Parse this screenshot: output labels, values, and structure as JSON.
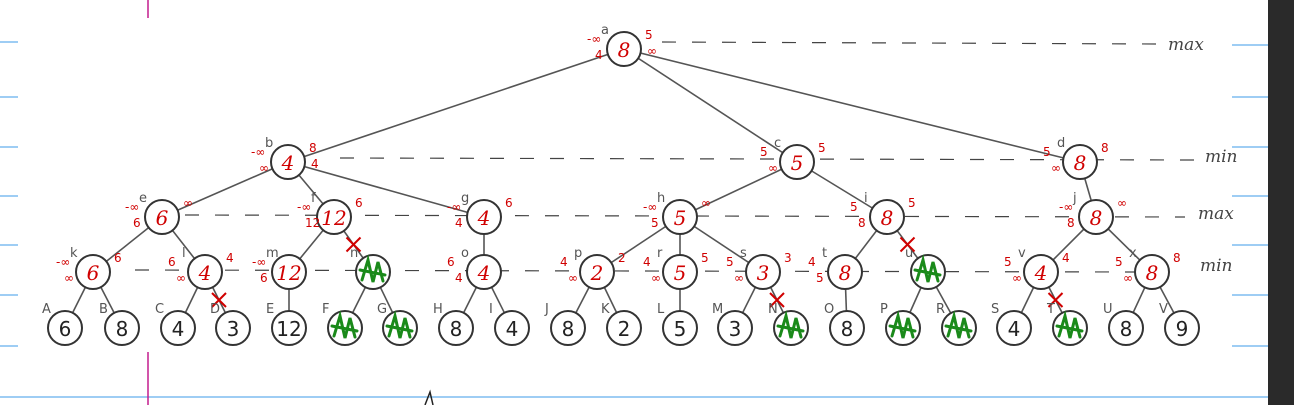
{
  "levels": [
    "max",
    "min",
    "max",
    "min"
  ],
  "nodes": [
    {
      "id": "a",
      "letter": "a",
      "value": "8",
      "annotations": [
        "-∞",
        "4",
        "5",
        "∞"
      ]
    },
    {
      "id": "b",
      "letter": "b",
      "value": "4",
      "annotations": [
        "-∞",
        "∞",
        "8",
        "4"
      ]
    },
    {
      "id": "c",
      "letter": "c",
      "value": "5",
      "annotations": [
        "5",
        "∞",
        "5"
      ]
    },
    {
      "id": "d",
      "letter": "d",
      "value": "8",
      "annotations": [
        "5",
        "∞",
        "8"
      ]
    },
    {
      "id": "e",
      "letter": "e",
      "value": "6",
      "annotations": [
        "-∞",
        "6",
        "∞"
      ]
    },
    {
      "id": "f",
      "letter": "f",
      "value": "12",
      "annotations": [
        "-∞",
        "12",
        "6"
      ]
    },
    {
      "id": "g",
      "letter": "g",
      "value": "4",
      "annotations": [
        "-∞",
        "4",
        "6"
      ]
    },
    {
      "id": "h",
      "letter": "h",
      "value": "5",
      "annotations": [
        "-∞",
        "5",
        "∞"
      ]
    },
    {
      "id": "i",
      "letter": "i",
      "value": "8",
      "annotations": [
        "5",
        "8",
        "5"
      ]
    },
    {
      "id": "j",
      "letter": "j",
      "value": "8",
      "annotations": [
        "-∞",
        "8",
        "∞"
      ]
    },
    {
      "id": "k",
      "letter": "k",
      "value": "6",
      "annotations": [
        "-∞",
        "∞",
        "6"
      ]
    },
    {
      "id": "l",
      "letter": "l",
      "value": "4",
      "annotations": [
        "6",
        "∞",
        "4"
      ]
    },
    {
      "id": "m",
      "letter": "m",
      "value": "12",
      "annotations": [
        "-∞",
        "6"
      ]
    },
    {
      "id": "n",
      "letter": "n",
      "value": "",
      "pruned": true
    },
    {
      "id": "o",
      "letter": "o",
      "value": "4",
      "annotations": [
        "6",
        "4"
      ]
    },
    {
      "id": "p",
      "letter": "p",
      "value": "2",
      "annotations": [
        "4",
        "∞",
        "2"
      ]
    },
    {
      "id": "r",
      "letter": "r",
      "value": "5",
      "annotations": [
        "4",
        "∞",
        "5"
      ]
    },
    {
      "id": "s",
      "letter": "s",
      "value": "3",
      "annotations": [
        "5",
        "∞",
        "3"
      ]
    },
    {
      "id": "t",
      "letter": "t",
      "value": "8",
      "annotations": [
        "4",
        "5"
      ]
    },
    {
      "id": "u",
      "letter": "u",
      "value": "",
      "pruned": true
    },
    {
      "id": "v",
      "letter": "v",
      "value": "4",
      "annotations": [
        "5",
        "∞",
        "4"
      ]
    },
    {
      "id": "x",
      "letter": "x",
      "value": "8",
      "annotations": [
        "5",
        "∞",
        "8"
      ]
    },
    {
      "id": "A",
      "letter": "A",
      "value": "6"
    },
    {
      "id": "B",
      "letter": "B",
      "value": "8"
    },
    {
      "id": "C",
      "letter": "C",
      "value": "4"
    },
    {
      "id": "D",
      "letter": "D",
      "value": "3"
    },
    {
      "id": "E",
      "letter": "E",
      "value": "12"
    },
    {
      "id": "F",
      "letter": "F",
      "value": "",
      "pruned": true
    },
    {
      "id": "G",
      "letter": "G",
      "value": "",
      "pruned": true
    },
    {
      "id": "H",
      "letter": "H",
      "value": "8"
    },
    {
      "id": "I",
      "letter": "I",
      "value": "4"
    },
    {
      "id": "J",
      "letter": "J",
      "value": "8"
    },
    {
      "id": "K",
      "letter": "K",
      "value": "2"
    },
    {
      "id": "L",
      "letter": "L",
      "value": "5"
    },
    {
      "id": "M",
      "letter": "M",
      "value": "3"
    },
    {
      "id": "N",
      "letter": "N",
      "value": "",
      "pruned": true
    },
    {
      "id": "O",
      "letter": "O",
      "value": "8"
    },
    {
      "id": "P",
      "letter": "P",
      "value": "",
      "pruned": true
    },
    {
      "id": "R",
      "letter": "R",
      "value": "",
      "pruned": true
    },
    {
      "id": "S",
      "letter": "S",
      "value": "4"
    },
    {
      "id": "T",
      "letter": "T",
      "value": "",
      "pruned": true
    },
    {
      "id": "U",
      "letter": "U",
      "value": "8"
    },
    {
      "id": "V",
      "letter": "V",
      "value": "9"
    }
  ],
  "edges": [
    [
      "a",
      "b"
    ],
    [
      "a",
      "c"
    ],
    [
      "a",
      "d"
    ],
    [
      "b",
      "e"
    ],
    [
      "b",
      "f"
    ],
    [
      "b",
      "g"
    ],
    [
      "c",
      "h"
    ],
    [
      "c",
      "i"
    ],
    [
      "d",
      "j"
    ],
    [
      "e",
      "k"
    ],
    [
      "e",
      "l"
    ],
    [
      "f",
      "m"
    ],
    [
      "f",
      "n"
    ],
    [
      "g",
      "o"
    ],
    [
      "h",
      "p"
    ],
    [
      "h",
      "r"
    ],
    [
      "h",
      "s"
    ],
    [
      "i",
      "t"
    ],
    [
      "i",
      "u"
    ],
    [
      "j",
      "v"
    ],
    [
      "j",
      "x"
    ],
    [
      "k",
      "A"
    ],
    [
      "k",
      "B"
    ],
    [
      "l",
      "C"
    ],
    [
      "l",
      "D"
    ],
    [
      "m",
      "E"
    ],
    [
      "n",
      "F"
    ],
    [
      "n",
      "G"
    ],
    [
      "o",
      "H"
    ],
    [
      "o",
      "I"
    ],
    [
      "p",
      "J"
    ],
    [
      "p",
      "K"
    ],
    [
      "r",
      "L"
    ],
    [
      "s",
      "M"
    ],
    [
      "s",
      "N"
    ],
    [
      "t",
      "O"
    ],
    [
      "u",
      "P"
    ],
    [
      "u",
      "R"
    ],
    [
      "v",
      "S"
    ],
    [
      "v",
      "T"
    ],
    [
      "x",
      "U"
    ],
    [
      "x",
      "V"
    ]
  ],
  "cut_edges": [
    [
      "l",
      "D"
    ],
    [
      "f",
      "n"
    ],
    [
      "s",
      "N"
    ],
    [
      "i",
      "u"
    ],
    [
      "v",
      "T"
    ]
  ]
}
